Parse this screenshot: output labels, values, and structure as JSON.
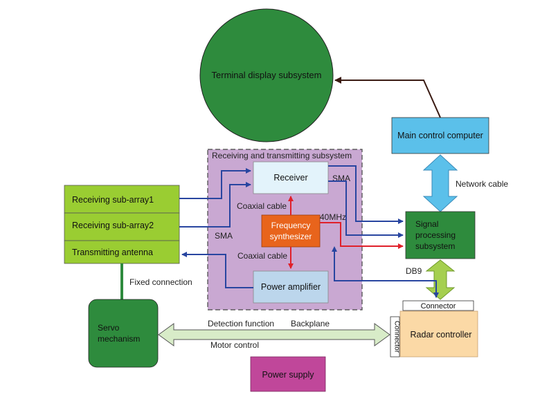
{
  "nodes": {
    "terminal_display": "Terminal display subsystem",
    "main_control_computer": "Main control computer",
    "signal_processing_line1": "Signal",
    "signal_processing_line2": "processing",
    "signal_processing_line3": "subsystem",
    "subsystem_title": "Receiving and transmitting subsystem",
    "receiver": "Receiver",
    "frequency_synth_line1": "Frequency",
    "frequency_synth_line2": "synthesizer",
    "power_amplifier": "Power amplifier",
    "receiving_subarray1": "Receiving sub-array1",
    "receiving_subarray2": "Receiving sub-array2",
    "transmitting_antenna": "Transmitting antenna",
    "servo_line1": "Servo",
    "servo_line2": "mechanism",
    "radar_controller": "Radar controller",
    "connector_top": "Connector",
    "connector_side": "Connector",
    "power_supply": "Power supply"
  },
  "labels": {
    "network_cable": "Network cable",
    "sma_right": "SMA",
    "sma_left": "SMA",
    "coaxial_cable_top": "Coaxial cable",
    "coaxial_cable_bottom": "Coaxial cable",
    "mhz40": "40MHz",
    "db9": "DB9",
    "fixed_connection": "Fixed connection",
    "detection_function": "Detection function",
    "backplane": "Backplane",
    "motor_control": "Motor control"
  },
  "colors": {
    "dark_green": "#2e8b3d",
    "light_green": "#9acd32",
    "light_blue": "#5bc0ea",
    "pale_blue": "#e3f3fb",
    "orange": "#e8641c",
    "violet": "#c9a8d2",
    "peach": "#fbd9a6",
    "magenta": "#c0479a",
    "signal_blue": "#2845a0",
    "signal_red": "#e0202a",
    "connector_arrow": "#d8ecc8",
    "network_arrow": "#5bc0ea",
    "db9_arrow": "#a5cf4f"
  }
}
